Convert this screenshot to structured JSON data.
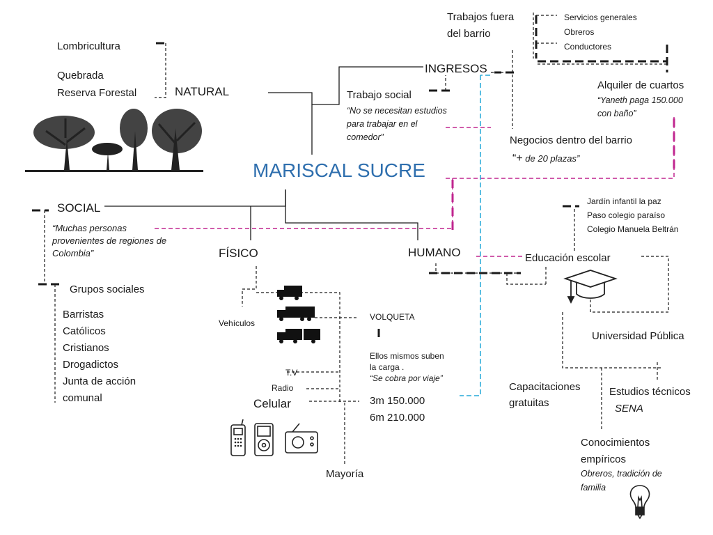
{
  "title": "MARISCAL SUCRE",
  "colors": {
    "title": "#2f6fae",
    "magenta_line": "#c0268f",
    "cyan_line": "#23a9d8",
    "black_line": "#1a1a1a"
  },
  "natural": {
    "label": "NATURAL",
    "items": [
      "Lombricultura",
      "Quebrada",
      "Reserva Forestal"
    ],
    "illustration": "trees-icon"
  },
  "social": {
    "label": "SOCIAL",
    "quote": "“Muchas personas\nprovenientes de regiones de\nColombia”",
    "groups_label": "Grupos sociales",
    "groups": [
      "Barristas",
      "Católicos",
      "Cristianos",
      "Drogadictos",
      "Junta de acción",
      "comunal"
    ]
  },
  "fisico": {
    "label": "FÍSICO",
    "vehiculos": "Vehículos",
    "volqueta": "VOLQUETA",
    "volqueta_note": "Ellos mismos suben\nla carga .",
    "volqueta_quote": "“Se cobra por viaje”",
    "prices": [
      "3m 150.000",
      "6m 210.000"
    ],
    "tv": "T.V",
    "radio": "Radio",
    "celular": "Celular",
    "mayoria": "Mayoría"
  },
  "ingresos": {
    "label": "INGRESOS",
    "trabajos_fuera": "Trabajos fuera\ndel barrio",
    "trabajos_fuera_items": [
      "Servicios generales",
      "Obreros",
      "Conductores"
    ],
    "trabajo_social": "Trabajo social",
    "trabajo_social_quote": "“No se necesitan estudios\npara trabajar en el\ncomedor”",
    "alquiler": "Alquiler de cuartos",
    "alquiler_quote": "“Yaneth paga 150.000\ncon baño”",
    "negocios": "Negocios dentro del barrio",
    "negocios_quote_mark": "“+",
    "negocios_quote": " de 20 plazas”"
  },
  "humano": {
    "label": "HUMANO",
    "educacion": "Educación escolar",
    "colegios": [
      "Jardín infantil la paz",
      "Paso colegio paraíso",
      "Colegio Manuela Beltrán"
    ],
    "universidad": "Universidad Pública",
    "capacitaciones": "Capacitaciones\ngratuitas",
    "estudios": "Estudios técnicos",
    "sena": "SENA",
    "conocimientos": "Conocimientos\nempíricos",
    "conocimientos_note": "Obreros, tradición de\nfamilia"
  }
}
